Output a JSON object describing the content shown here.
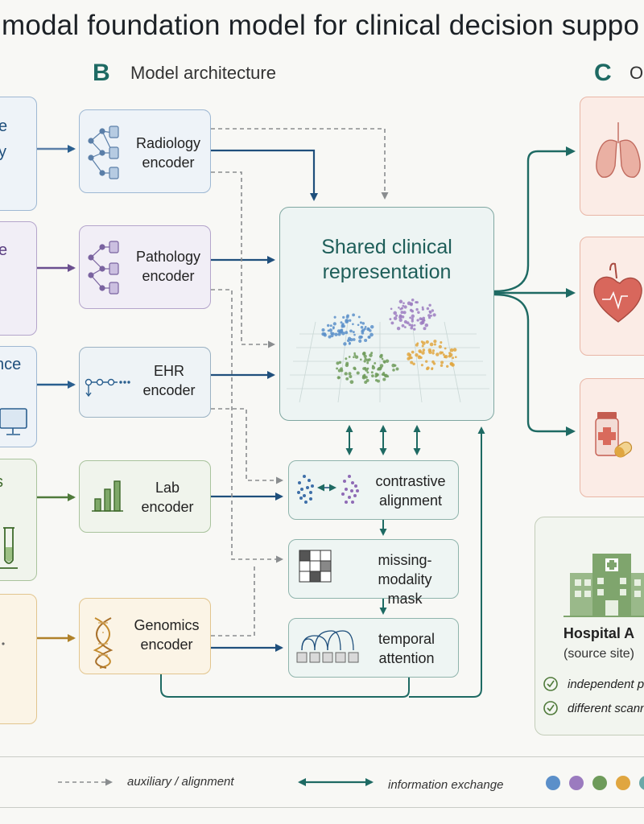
{
  "title": "imodal foundation model for clinical decision suppo",
  "sections": {
    "b": {
      "letter": "B",
      "label": "Model architecture"
    },
    "c": {
      "letter": "C",
      "label": "O"
    }
  },
  "input_fragments": [
    "e",
    "y",
    "e",
    "nce",
    "s"
  ],
  "encoders": [
    {
      "line1": "Radiology",
      "line2": "encoder"
    },
    {
      "line1": "Pathology",
      "line2": "encoder"
    },
    {
      "line1": "EHR",
      "line2": "encoder"
    },
    {
      "line1": "Lab",
      "line2": "encoder"
    },
    {
      "line1": "Genomics",
      "line2": "encoder"
    }
  ],
  "shared": {
    "line1": "Shared clinical",
    "line2": "representation"
  },
  "mechanisms": [
    {
      "line1": "contrastive",
      "line2": "alignment"
    },
    {
      "line1": "missing-modality",
      "line2": "mask"
    },
    {
      "line1": "temporal",
      "line2": "attention"
    }
  ],
  "outcomes": [
    {
      "icon": "lungs-icon"
    },
    {
      "icon": "heart-icon"
    },
    {
      "icon": "medication-icon"
    }
  ],
  "hospital": {
    "name": "Hospital A",
    "subtitle": "(source site)",
    "items": [
      "independent pop",
      "different scanners"
    ]
  },
  "legend": {
    "dashed": "auxiliary / alignment",
    "solid": "information exchange"
  },
  "colors": {
    "accent": "#1e6a63",
    "arrow_blue": "#2a5f8f",
    "arrow_purple": "#6b4f8f",
    "arrow_green": "#4f7a3a",
    "arrow_amber": "#b0822a",
    "cluster_blue": "#5b8fc9",
    "cluster_purple": "#9b7bbf",
    "cluster_green": "#6e9b5a",
    "cluster_orange": "#e0a640",
    "legend_dots": [
      "#5b8fc9",
      "#9b7bbf",
      "#6e9b5a",
      "#e0a640",
      "#6aa8a8"
    ]
  }
}
